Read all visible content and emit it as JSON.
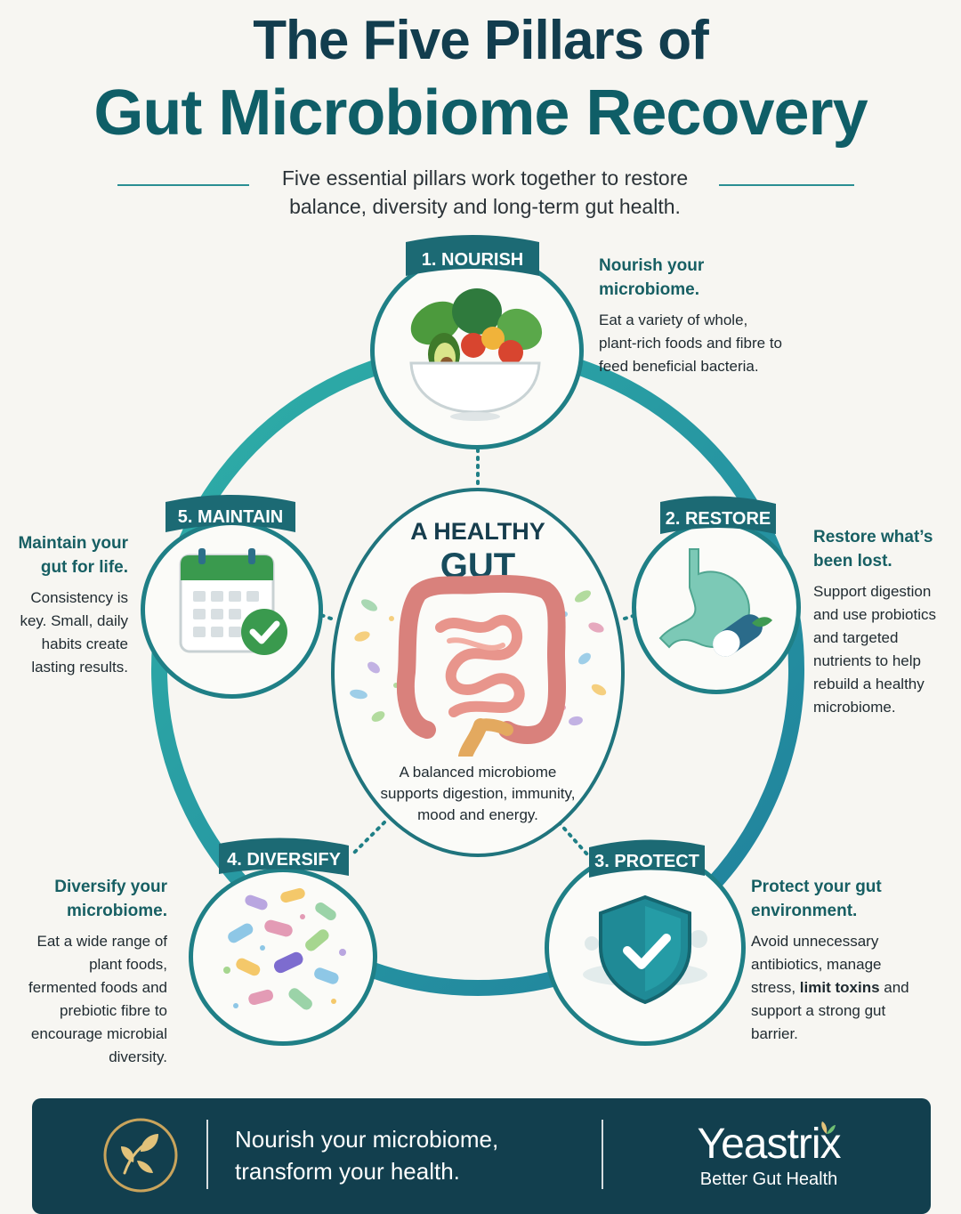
{
  "header": {
    "title_line1": "The Five Pillars of",
    "title_line2": "Gut Microbiome Recovery",
    "subtitle": "Five essential pillars work together to restore balance, diversity and long-term gut health."
  },
  "center": {
    "label_line1": "A HEALTHY",
    "label_line2": "GUT",
    "description": "A balanced microbiome supports digestion, immunity, mood and energy."
  },
  "pillars": [
    {
      "badge": "1. NOURISH",
      "title": "Nourish your microbiome.",
      "description": "Eat a variety of whole, plant-rich foods and fibre to feed beneficial bacteria.",
      "icon": "salad-bowl-icon"
    },
    {
      "badge": "2. RESTORE",
      "title": "Restore what’s been lost.",
      "description": "Support digestion and use probiotics and targeted nutrients to help rebuild a healthy microbiome.",
      "icon": "stomach-capsule-icon"
    },
    {
      "badge": "3. PROTECT",
      "title": "Protect your gut environment.",
      "description_before": "Avoid unnecessary antibiotics, manage stress, ",
      "description_bold": "limit toxins",
      "description_after": " and support a strong gut barrier.",
      "icon": "shield-check-icon"
    },
    {
      "badge": "4. DIVERSIFY",
      "title": "Diversify your microbiome.",
      "description": "Eat a wide range of plant foods, fermented foods and prebiotic fibre to encourage microbial diversity.",
      "icon": "microbes-icon"
    },
    {
      "badge": "5. MAINTAIN",
      "title": "Maintain your gut for life.",
      "description": "Consistency is key. Small, daily habits create lasting results.",
      "icon": "calendar-check-icon"
    }
  ],
  "footer": {
    "tagline": "Nourish your microbiome, transform your health.",
    "brand": "Yeastrix",
    "brand_tagline": "Better Gut Health",
    "icon": "leaf-icon"
  },
  "colors": {
    "title_dark": "#123d4e",
    "title_teal": "#0f5e67",
    "accent": "#1f7f86",
    "ring": "#2aa0a4",
    "footer_bg": "#123f4e"
  }
}
